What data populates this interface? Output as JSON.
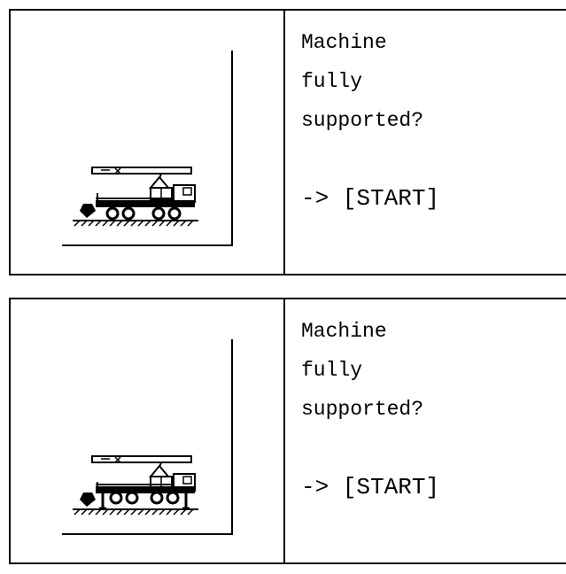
{
  "panels": [
    {
      "lines": [
        "Machine",
        "fully",
        "supported?"
      ],
      "prompt": "-> [START]",
      "outriggers_lowered": false
    },
    {
      "lines": [
        "Machine",
        "fully",
        "supported?"
      ],
      "prompt": "-> [START]",
      "outriggers_lowered": true
    }
  ]
}
